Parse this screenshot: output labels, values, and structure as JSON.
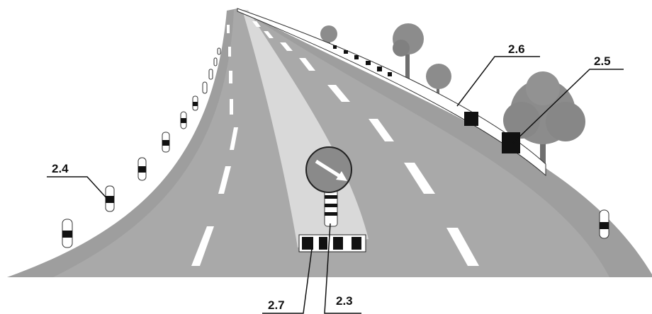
{
  "labels": {
    "post_left": "2.4",
    "barrier_far": "2.6",
    "barrier_near": "2.5",
    "island_base": "2.7",
    "island_column": "2.3"
  }
}
